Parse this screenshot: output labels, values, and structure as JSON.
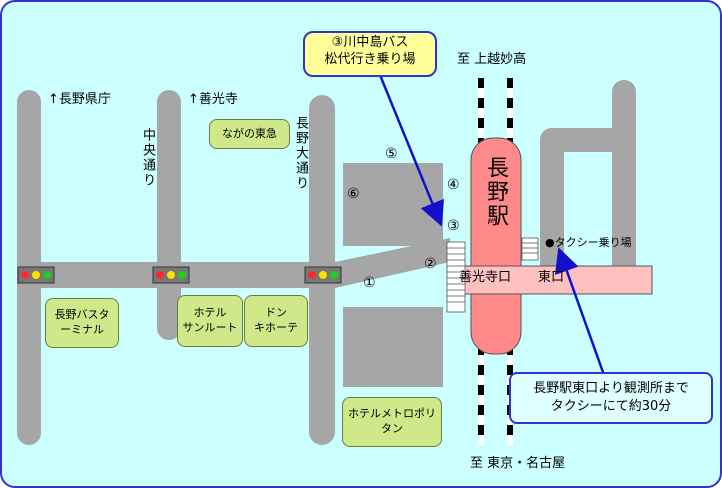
{
  "colors": {
    "background": "#ccffff",
    "border": "#3333cc",
    "road": "#a6a6a6",
    "station": "#ff8a8a",
    "concourse": "#ffc0c0",
    "building": "#cfe88a",
    "callout_yellow": "#ffff99",
    "callout_cyan": "#e0ffff",
    "arrow": "#1111cc"
  },
  "directions": {
    "north_line": "至 上越妙高",
    "south_line": "至 東京・名古屋",
    "nagano_prefecture": "↑長野県庁",
    "zenkoji": "↑善光寺"
  },
  "roads": {
    "chuo_dori": "中央通り",
    "nagano_odori": "長野大通り"
  },
  "station": {
    "name": "長野駅",
    "west_exit": "善光寺口",
    "east_exit": "東口"
  },
  "taxi_stand": "●タクシー乗り場",
  "bus_stop_callout": {
    "line1": "③川中島バス",
    "line2": "松代行き乗り場"
  },
  "taxi_callout": {
    "line1": "長野駅東口より観測所まで",
    "line2": "タクシーにて約30分"
  },
  "buildings": {
    "tokyu": "ながの東急",
    "bus_terminal_line1": "長野バスタ",
    "bus_terminal_line2": "ーミナル",
    "hotel_sunroute_line1": "ホテル",
    "hotel_sunroute_line2": "サンルート",
    "donki_line1": "ドン",
    "donki_line2": "キホーテ",
    "hotel_metropolitan": "ホテルメトロポリタン"
  },
  "bus_stops": [
    "①",
    "②",
    "③",
    "④",
    "⑤",
    "⑥"
  ],
  "icons": [
    "traffic-light-icon",
    "railway-track-icon",
    "crosswalk-icon",
    "arrow-icon",
    "dot-icon"
  ]
}
